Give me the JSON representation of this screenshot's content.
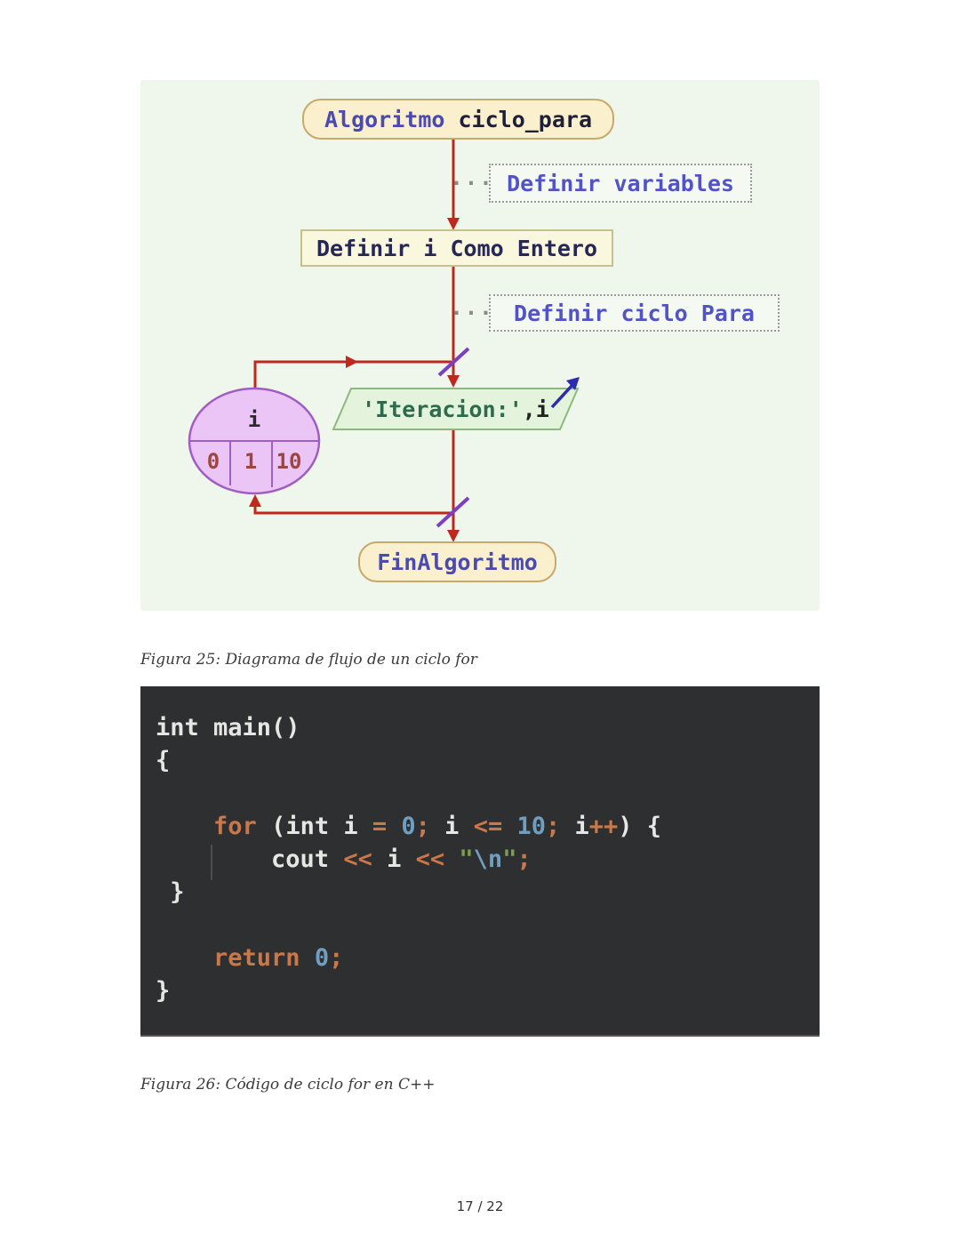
{
  "page": {
    "number_label": "17 / 22"
  },
  "figure25": {
    "caption": "Figura 25: Diagrama de flujo de un ciclo for",
    "flowchart": {
      "start_keyword": "Algoritmo",
      "start_name": " ciclo_para",
      "comment_dots": "···",
      "comment1": "Definir variables",
      "define_statement": "Definir i Como Entero",
      "comment2": "Definir ciclo Para",
      "loop_variable": "i",
      "loop_initial": "0",
      "loop_step": "1",
      "loop_final": "10",
      "print_string": "'Iteracion:'",
      "print_variable": ",i",
      "end_keyword": "FinAlgoritmo"
    }
  },
  "figure26": {
    "caption": "Figura 26: Código de ciclo for en C++",
    "code": {
      "lines": [
        {
          "tokens": [
            {
              "t": "int main()",
              "c": "p"
            }
          ]
        },
        {
          "tokens": [
            {
              "t": "{",
              "c": "p"
            }
          ]
        },
        {
          "tokens": []
        },
        {
          "tokens": [
            {
              "t": "    ",
              "c": "p"
            },
            {
              "t": "for",
              "c": "o"
            },
            {
              "t": " (int i ",
              "c": "p"
            },
            {
              "t": "=",
              "c": "o"
            },
            {
              "t": " ",
              "c": "p"
            },
            {
              "t": "0",
              "c": "b"
            },
            {
              "t": ";",
              "c": "o"
            },
            {
              "t": " i ",
              "c": "p"
            },
            {
              "t": "<=",
              "c": "o"
            },
            {
              "t": " ",
              "c": "p"
            },
            {
              "t": "10",
              "c": "b"
            },
            {
              "t": ";",
              "c": "o"
            },
            {
              "t": " i",
              "c": "p"
            },
            {
              "t": "++",
              "c": "o"
            },
            {
              "t": ") {",
              "c": "p"
            }
          ]
        },
        {
          "tokens": [
            {
              "t": "        cout ",
              "c": "p"
            },
            {
              "t": "<<",
              "c": "o"
            },
            {
              "t": " i ",
              "c": "p"
            },
            {
              "t": "<<",
              "c": "o"
            },
            {
              "t": " ",
              "c": "p"
            },
            {
              "t": "\"",
              "c": "g"
            },
            {
              "t": "\\n",
              "c": "b"
            },
            {
              "t": "\"",
              "c": "g"
            },
            {
              "t": ";",
              "c": "o"
            }
          ]
        },
        {
          "tokens": [
            {
              "t": " }",
              "c": "p"
            }
          ]
        },
        {
          "tokens": []
        },
        {
          "tokens": [
            {
              "t": "    ",
              "c": "p"
            },
            {
              "t": "return",
              "c": "o"
            },
            {
              "t": " ",
              "c": "p"
            },
            {
              "t": "0",
              "c": "b"
            },
            {
              "t": ";",
              "c": "o"
            }
          ]
        },
        {
          "tokens": [
            {
              "t": "}",
              "c": "p"
            }
          ]
        }
      ]
    }
  },
  "colors": {
    "flowchart_background": "#eff6ec",
    "flow_line_red": "#c0271d",
    "loop_marker_purple": "#7d3fc1",
    "output_arrow_blue": "#2b2bb0",
    "comment_text_blue": "#5353c8",
    "keyword_violet": "#4a4ab2",
    "statement_navy": "#272757",
    "terminator_fill": "#faf0cd",
    "terminator_border": "#c7a96b",
    "process_fill": "#f9f7dd",
    "ellipse_fill": "#ebc5f6",
    "ellipse_border": "#a05ec4",
    "loop_number_red": "#9e453c",
    "print_box_fill": "#e4f3dc",
    "print_box_border": "#8cb97e",
    "print_text_green": "#2e6b4e",
    "code_background": "#2e2f30",
    "code_plain": "#e6e6e4",
    "code_orange": "#c8784a",
    "code_blue": "#6f9ec0",
    "code_green": "#7f9e54"
  }
}
